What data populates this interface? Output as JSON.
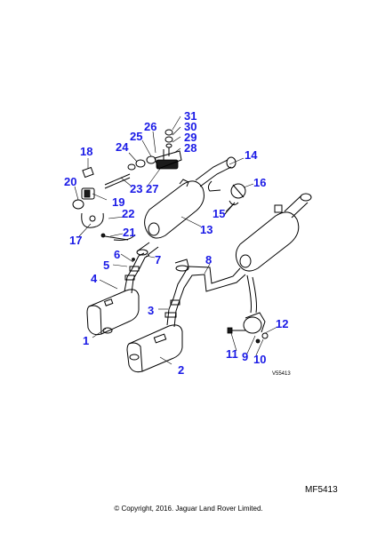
{
  "diagram": {
    "reference_code": "V55413",
    "callouts": [
      "1",
      "2",
      "3",
      "4",
      "5",
      "6",
      "7",
      "8",
      "9",
      "10",
      "11",
      "12",
      "13",
      "14",
      "15",
      "16",
      "17",
      "18",
      "19",
      "20",
      "21",
      "22",
      "23",
      "24",
      "25",
      "26",
      "27",
      "28",
      "29",
      "30",
      "31"
    ]
  },
  "footer": {
    "sheet_code": "MF5413",
    "copyright": "© Copyright, 2016. Jaguar Land Rover Limited."
  }
}
